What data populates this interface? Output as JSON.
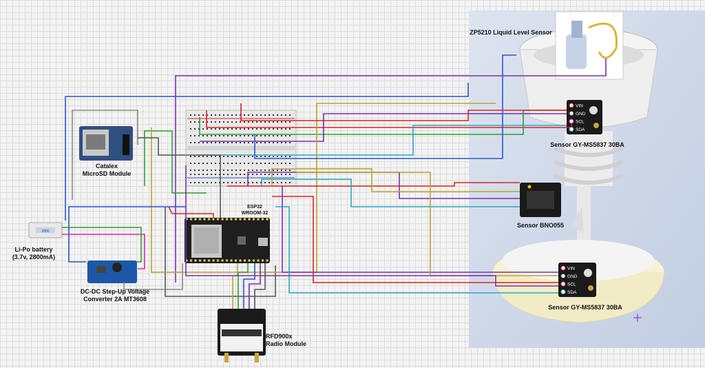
{
  "components": {
    "level_sensor": {
      "label": "ZP5210 Liquid Level Sensor"
    },
    "ms5837_top": {
      "label": "Sensor GY-MS5837 30BA",
      "pins": [
        "VIN",
        "GND",
        "SCL",
        "SDA"
      ]
    },
    "ms5837_bottom": {
      "label": "Sensor GY-MS5837 30BA",
      "pins": [
        "VIN",
        "GND",
        "SCL",
        "SDA"
      ]
    },
    "bno055": {
      "label": "Sensor BNO055"
    },
    "microsd": {
      "line1": "Catalex",
      "line2": "MicroSD Module"
    },
    "esp32": {
      "line1": "ESP32",
      "line2": "WROOM-32"
    },
    "battery": {
      "line1": "Li-Po battery",
      "line2": "(3.7v, 2800mA)",
      "body_text": "2800"
    },
    "stepup": {
      "line1": "DC-DC Step-Up Voltage",
      "line2": "Converter 2A MT3608"
    },
    "radio": {
      "line1": "RFD900x",
      "line2": "Radio Module"
    }
  },
  "colors": {
    "wire_blue": "#2b56c8",
    "wire_purple": "#7a2fb0",
    "wire_red": "#e02020",
    "wire_green": "#2f9e2f",
    "wire_cyan": "#2aa6c8",
    "wire_olive": "#b8a430",
    "wire_gray": "#8a8a8a",
    "wire_magenta": "#d0309a",
    "wire_darkgray": "#555555",
    "panel_bg": "#cfd9ea"
  }
}
